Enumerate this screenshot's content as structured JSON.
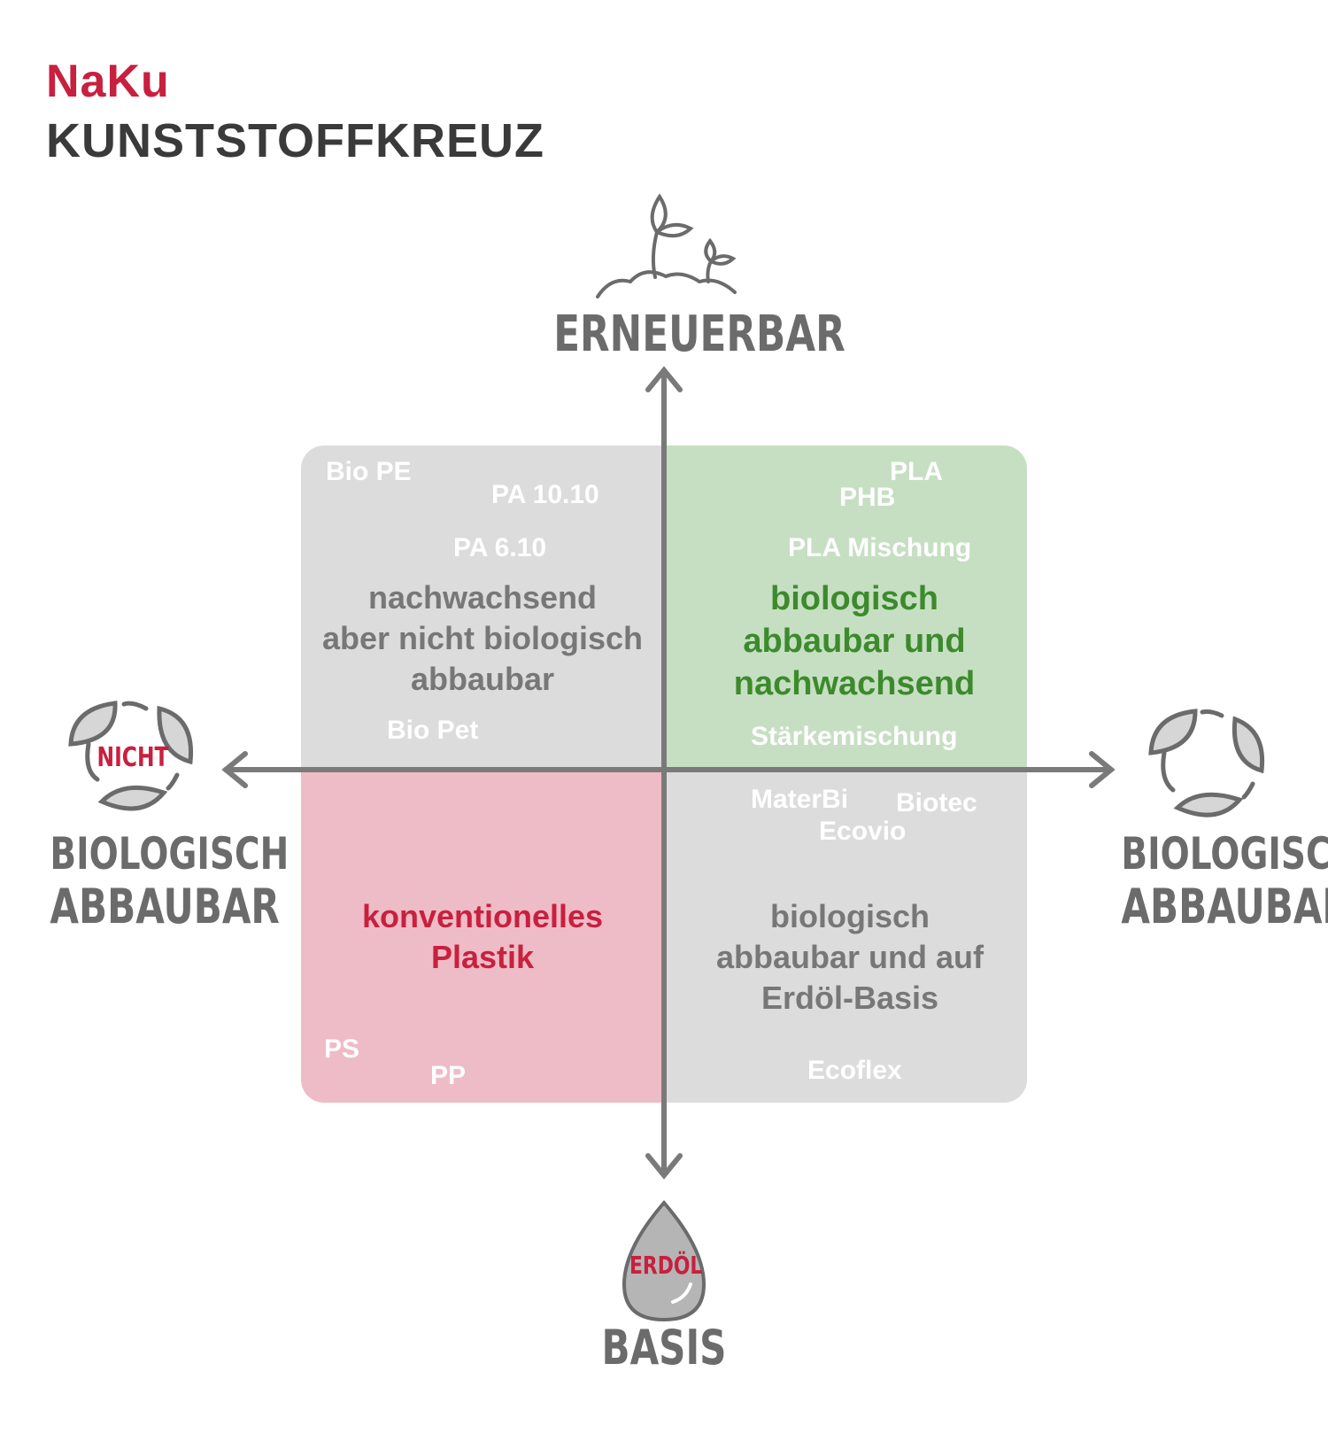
{
  "header": {
    "brand": "NaKu",
    "title": "KUNSTSTOFFKREUZ"
  },
  "axes": {
    "top": "ERNEUERBAR",
    "bottom": "BASIS",
    "bottom_badge": "ERDÖL",
    "left_badge": "NICHT",
    "left": [
      "BIOLOGISCH",
      "ABBAUBAR"
    ],
    "right": [
      "BIOLOGISCH",
      "ABBAUBAR"
    ]
  },
  "quadrants": {
    "top_left": {
      "label": [
        "nachwachsend",
        "aber nicht biologisch",
        "abbaubar"
      ],
      "items": [
        "Bio PE",
        "PA 10.10",
        "PA 6.10",
        "Bio Pet"
      ]
    },
    "top_right": {
      "label": [
        "biologisch",
        "abbaubar und",
        "nachwachsend"
      ],
      "items": [
        "PLA",
        "PHB",
        "PLA Mischung",
        "Stärkemischung"
      ]
    },
    "bottom_left": {
      "label": [
        "konventionelles",
        "Plastik"
      ],
      "items": [
        "PS",
        "PP"
      ]
    },
    "bottom_right": {
      "label": [
        "biologisch",
        "abbaubar und auf",
        "Erdöl-Basis"
      ],
      "items": [
        "MaterBi",
        "Biotec",
        "Ecovio",
        "Ecoflex"
      ]
    }
  },
  "colors": {
    "brand_red": "#c8203f",
    "gray_quadrant": "#dcdcdc",
    "green_quadrant": "#c6dfc2",
    "pink_quadrant": "#eebcc6",
    "green_text": "#3c8a2c",
    "axis": "#7a7a7a"
  }
}
